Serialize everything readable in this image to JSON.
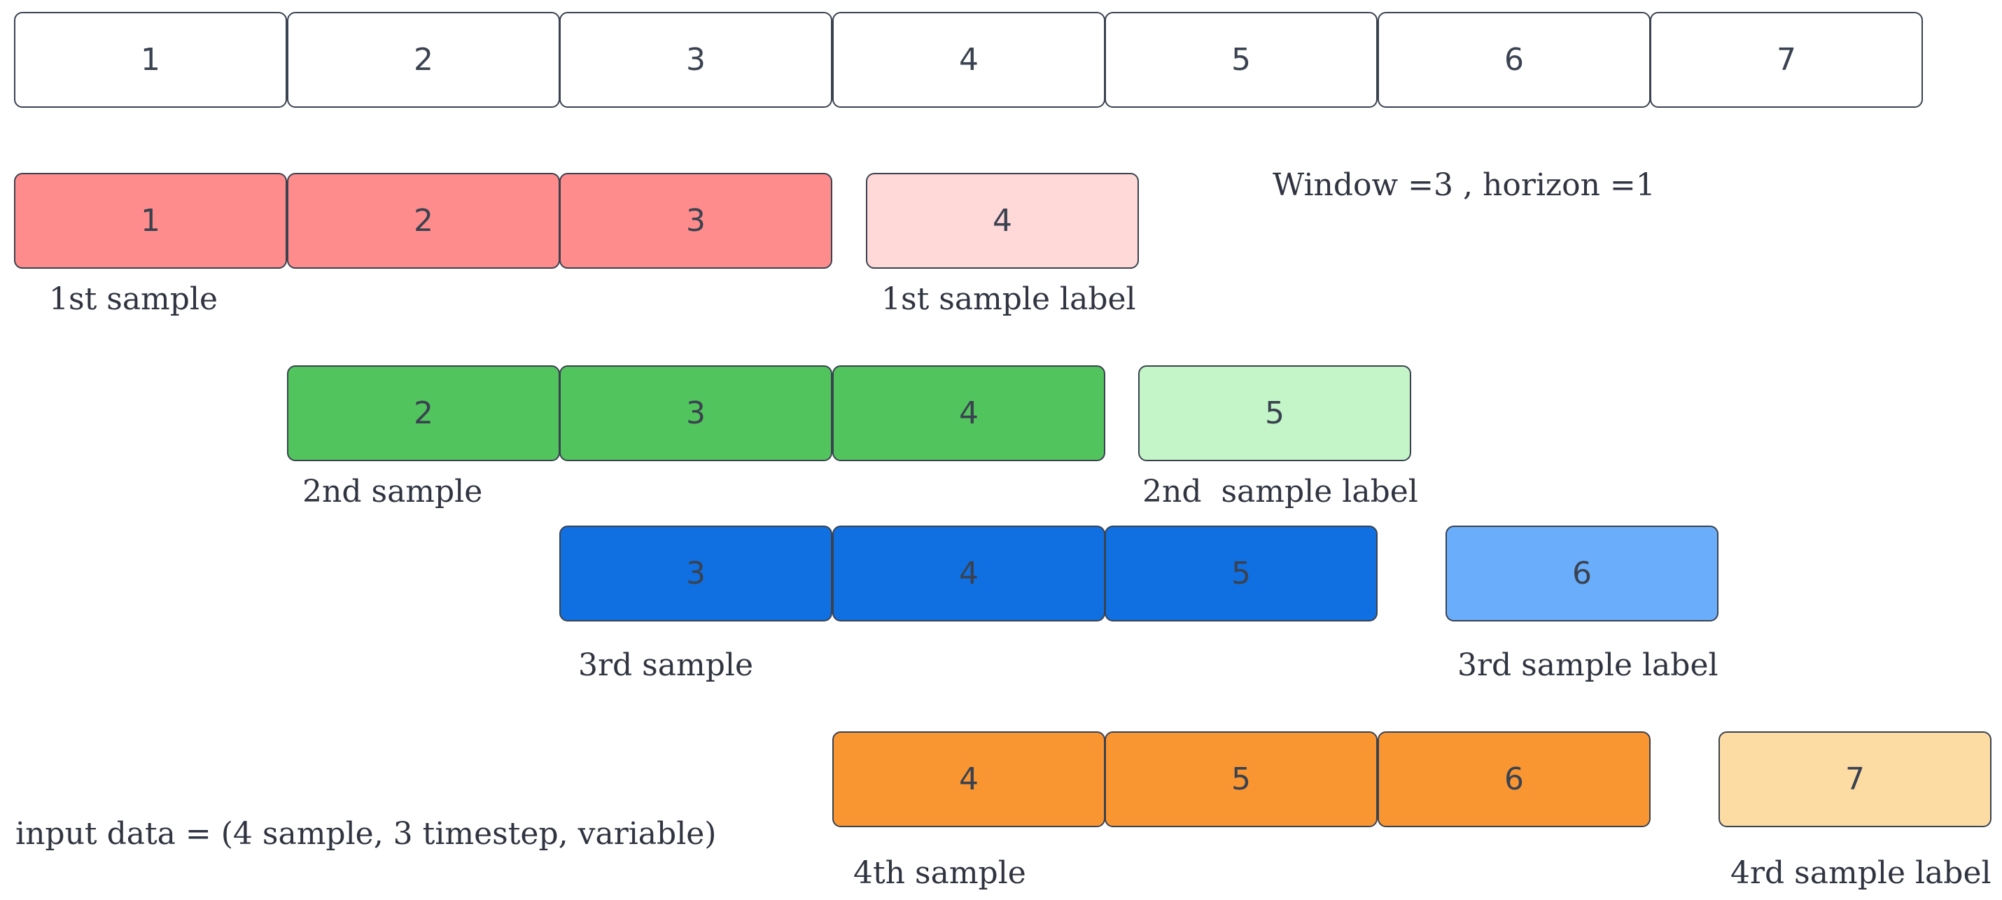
{
  "timeline": [
    "1",
    "2",
    "3",
    "4",
    "5",
    "6",
    "7"
  ],
  "params_text": "Window =3 , horizon =1",
  "input_data_text": "input data = (4 sample, 3 timestep, variable)",
  "samples": [
    {
      "inputs": [
        "1",
        "2",
        "3"
      ],
      "label_value": "4",
      "sample_caption": "1st sample",
      "label_caption": "1st sample label",
      "input_color": "#ff8c8c",
      "label_color": "#ffd8d8"
    },
    {
      "inputs": [
        "2",
        "3",
        "4"
      ],
      "label_value": "5",
      "sample_caption": "2nd sample",
      "label_caption": "2nd  sample label",
      "input_color": "#52c45d",
      "label_color": "#c4f5c8"
    },
    {
      "inputs": [
        "3",
        "4",
        "5"
      ],
      "label_value": "6",
      "sample_caption": "3rd sample",
      "label_caption": "3rd sample label",
      "input_color": "#1070e2",
      "label_color": "#6aaefb"
    },
    {
      "inputs": [
        "4",
        "5",
        "6"
      ],
      "label_value": "7",
      "sample_caption": "4th sample",
      "label_caption": "4rd sample label",
      "input_color": "#fa9632",
      "label_color": "#fddca4"
    }
  ]
}
